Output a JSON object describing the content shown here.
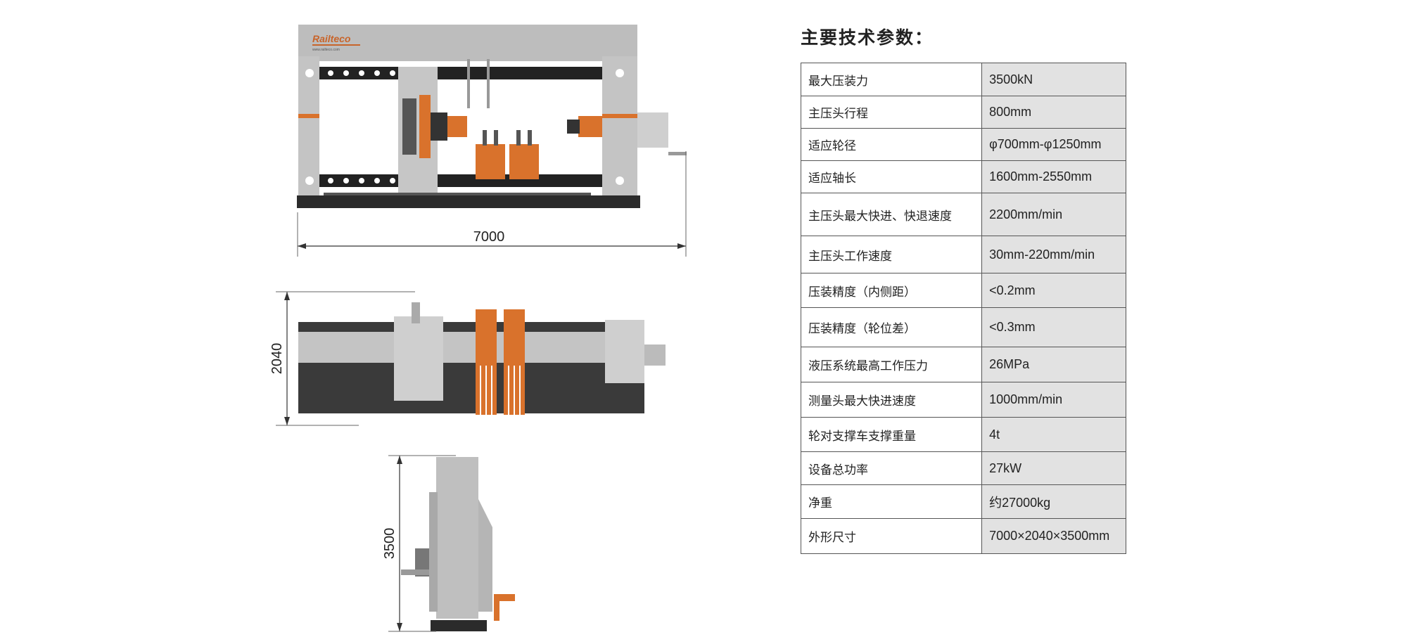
{
  "dimensions": {
    "length": "7000",
    "width": "2040",
    "height": "3500"
  },
  "logo": {
    "brand": "Railteco",
    "url": "www.railteco.com"
  },
  "spec": {
    "title": "主要技术参数：",
    "rows": [
      {
        "label": "最大压装力",
        "value": "3500kN"
      },
      {
        "label": "主压头行程",
        "value": "800mm"
      },
      {
        "label": "适应轮径",
        "value": "φ700mm-φ1250mm"
      },
      {
        "label": "适应轴长",
        "value": "1600mm-2550mm"
      },
      {
        "label": "主压头最大快进、快退速度",
        "value": "2200mm/min"
      },
      {
        "label": "主压头工作速度",
        "value": "30mm-220mm/min"
      },
      {
        "label": "压装精度（内侧距）",
        "value": "<0.2mm"
      },
      {
        "label": "压装精度（轮位差）",
        "value": "<0.3mm"
      },
      {
        "label": "液压系统最高工作压力",
        "value": "26MPa"
      },
      {
        "label": "测量头最大快进速度",
        "value": "1000mm/min"
      },
      {
        "label": "轮对支撑车支撑重量",
        "value": "4t"
      },
      {
        "label": "设备总功率",
        "value": "27kW"
      },
      {
        "label": "净重",
        "value": "约27000kg"
      },
      {
        "label": "外形尺寸",
        "value": "7000×2040×3500mm"
      }
    ]
  },
  "colors": {
    "accent_orange": "#d9722c",
    "frame_gray": "#b9b9b9",
    "base_dark": "#2b2b2b",
    "table_value_bg": "#e2e2e2"
  }
}
